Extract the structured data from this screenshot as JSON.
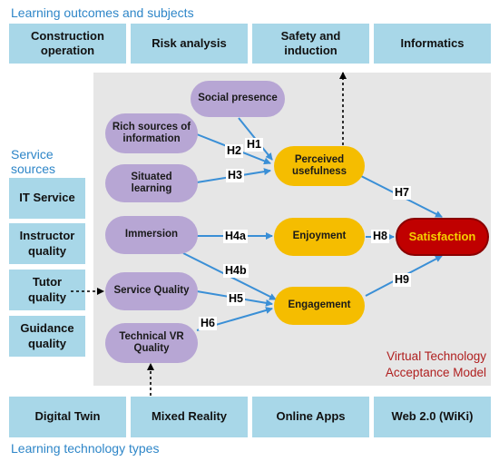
{
  "sections": {
    "outcomes": "Learning outcomes and subjects",
    "service": "Service\nsources",
    "technology": "Learning technology types"
  },
  "top_boxes": [
    "Construction\noperation",
    "Risk analysis",
    "Safety and\ninduction",
    "Informatics"
  ],
  "left_boxes": [
    "IT Service",
    "Instructor\nquality",
    "Tutor\nquality",
    "Guidance\nquality"
  ],
  "bottom_boxes": [
    "Digital Twin",
    "Mixed Reality",
    "Online Apps",
    "Web 2.0 (WiKi)"
  ],
  "constructs": {
    "social_presence": "Social presence",
    "rich_sources": "Rich sources of\ninformation",
    "situated_learning": "Situated learning",
    "immersion": "Immersion",
    "service_quality": "Service Quality",
    "technical_vr": "Technical VR\nQuality",
    "perceived_usefulness": "Perceived\nusefulness",
    "enjoyment": "Enjoyment",
    "engagement": "Engagement",
    "satisfaction": "Satisfaction"
  },
  "hypotheses": {
    "h1": "H1",
    "h2": "H2",
    "h3": "H3",
    "h4a": "H4a",
    "h4b": "H4b",
    "h5": "H5",
    "h6": "H6",
    "h7": "H7",
    "h8": "H8",
    "h9": "H9"
  },
  "model_label": "Virtual Technology\nAcceptance Model",
  "colors": {
    "box": "#a8d7e8",
    "panel": "#e6e6e6",
    "construct": "#b7a6d4",
    "mediator": "#f5bd00",
    "outcome": "#c00000",
    "arrow": "#3a8fd6",
    "section_text": "#2e86c8"
  }
}
